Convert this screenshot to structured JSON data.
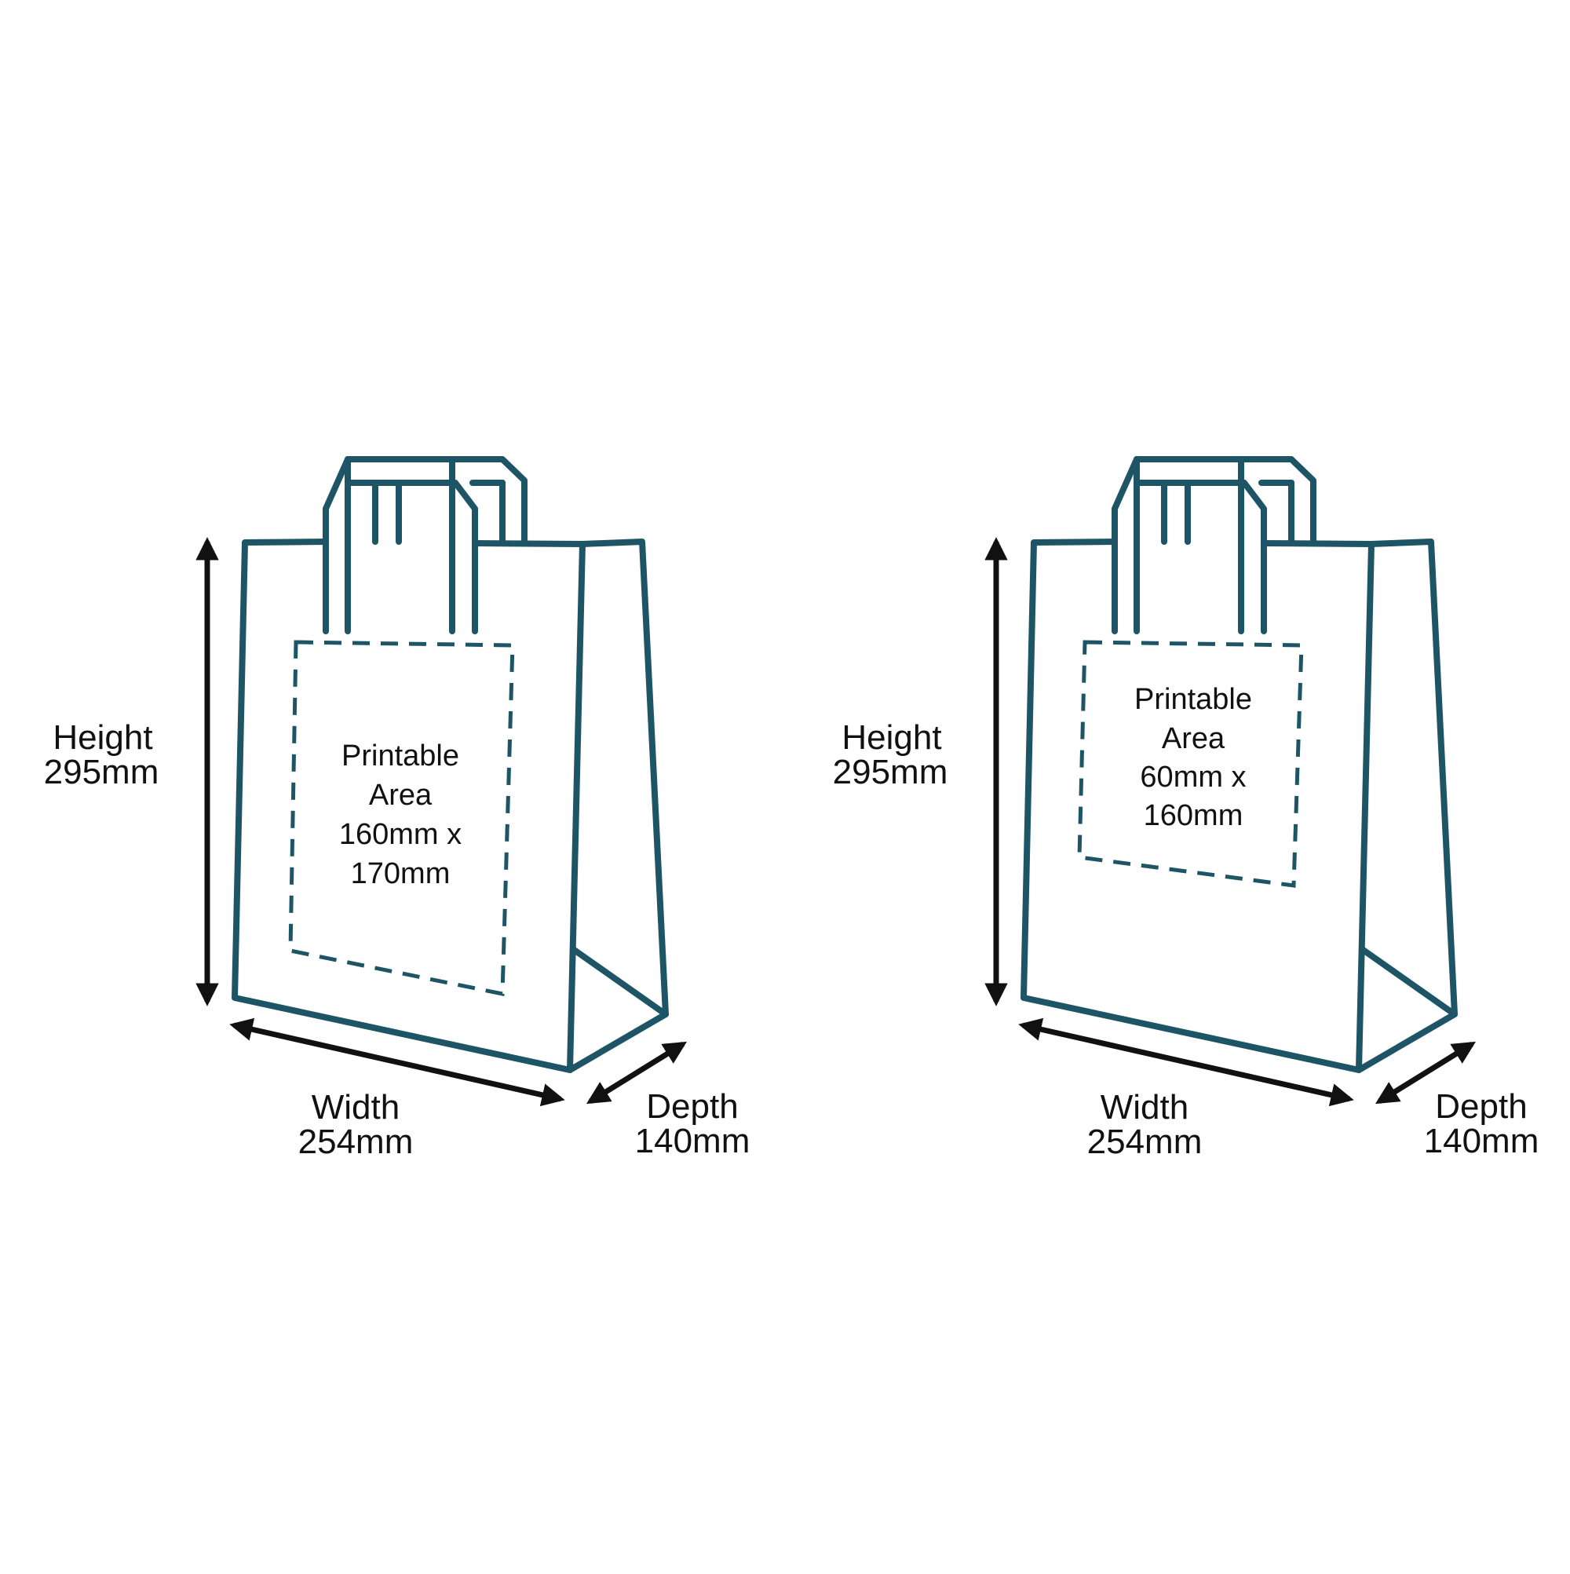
{
  "colors": {
    "bag_outline": "#1d5566",
    "arrow": "#111111",
    "text": "#111111",
    "background": "#ffffff"
  },
  "bags": [
    {
      "height_label": "Height",
      "height_value": "295mm",
      "width_label": "Width",
      "width_value": "254mm",
      "depth_label": "Depth",
      "depth_value": "140mm",
      "print_lines": [
        "Printable",
        "Area",
        "160mm x",
        "170mm"
      ]
    },
    {
      "height_label": "Height",
      "height_value": "295mm",
      "width_label": "Width",
      "width_value": "254mm",
      "depth_label": "Depth",
      "depth_value": "140mm",
      "print_lines": [
        "Printable",
        "Area",
        "60mm x",
        "160mm"
      ]
    }
  ]
}
